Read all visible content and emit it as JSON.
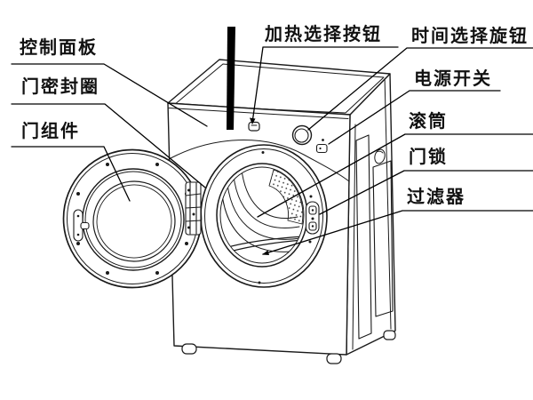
{
  "diagram": {
    "kind": "labeled parts diagram of a front-loading tumble dryer (line drawing)",
    "colors": {
      "background": "#ffffff",
      "line": "#1a1a1a",
      "text": "#111111",
      "solid_bar": "#000000"
    },
    "labels": {
      "control_panel": "控制面板",
      "door_seal": "门密封圈",
      "door_assembly": "门组件",
      "heat_select_button": "加热选择按钮",
      "time_select_knob": "时间选择旋钮",
      "power_switch": "电源开关",
      "drum": "滚筒",
      "door_lock": "门锁",
      "filter": "过滤器"
    }
  }
}
